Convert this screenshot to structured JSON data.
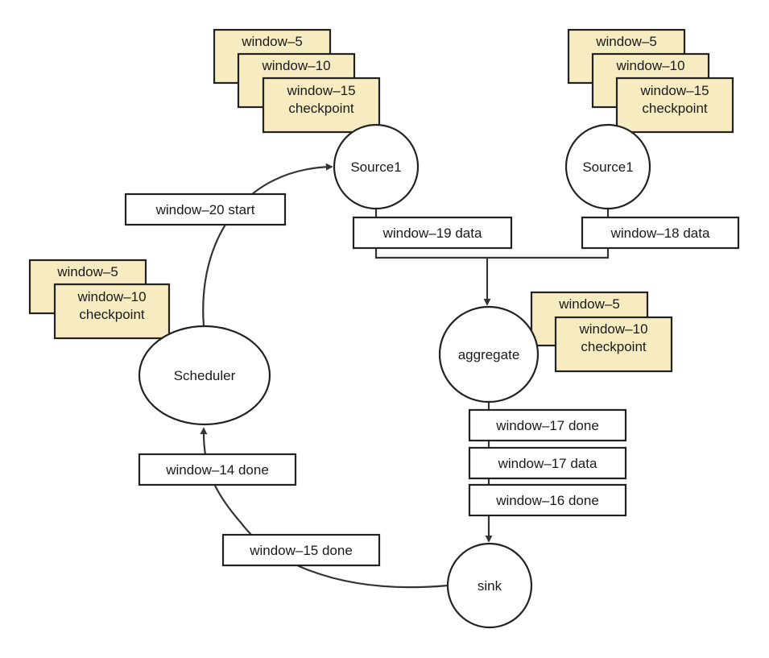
{
  "colors": {
    "checkpoint_fill": "#f7ecc1",
    "label_fill": "#ffffff",
    "stroke": "#222222",
    "edge": "#333333"
  },
  "nodes": {
    "source1_left": "Source1",
    "source1_right": "Source1",
    "scheduler": "Scheduler",
    "aggregate": "aggregate",
    "sink": "sink"
  },
  "checkpoint_stacks": {
    "source1_left": [
      "window–5",
      "window–10",
      "window–15\ncheckpoint"
    ],
    "source1_right": [
      "window–5",
      "window–10",
      "window–15\ncheckpoint"
    ],
    "scheduler": [
      "window–5",
      "window–10\ncheckpoint"
    ],
    "aggregate": [
      "window–5",
      "window–10\ncheckpoint"
    ]
  },
  "edge_labels": {
    "scheduler_to_source": "window–20 start",
    "source_left_data": "window–19 data",
    "source_right_data": "window–18 data",
    "agg_done_17": "window–17 done",
    "agg_data_17": "window–17 data",
    "agg_done_16": "window–16 done",
    "sink_done_14": "window–14 done",
    "sink_done_15": "window–15 done"
  }
}
